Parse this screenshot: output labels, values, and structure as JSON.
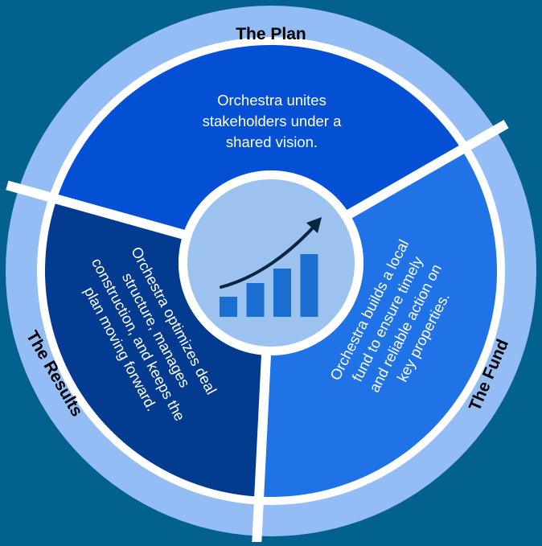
{
  "colors": {
    "background": "#02618f",
    "outer_ring": "#93bdf4",
    "gap": "#ffffff",
    "plan_segment": "#0350d4",
    "fund_segment": "#1f73e6",
    "results_segment": "#023b8f",
    "center_fill": "#9cc2f0",
    "bars": "#1a6ed0",
    "arrow": "#0a2540"
  },
  "outer_labels": {
    "plan": "The Plan",
    "fund": "The Fund",
    "results": "The Results"
  },
  "segments": {
    "plan": {
      "lines": [
        "Orchestra unites",
        "stakeholders under a",
        "shared vision."
      ]
    },
    "fund": {
      "lines": [
        "Orchestra builds a local",
        "fund to ensure timely",
        "and reliable action on",
        "key properties."
      ]
    },
    "results": {
      "lines": [
        "Orchestra optimizes deal",
        "structure, manages",
        "construction, and keeps the",
        "plan moving forward."
      ]
    }
  },
  "center": {
    "icon": "growth-chart-icon",
    "bar_levels": [
      0.25,
      0.42,
      0.6,
      0.78
    ]
  }
}
